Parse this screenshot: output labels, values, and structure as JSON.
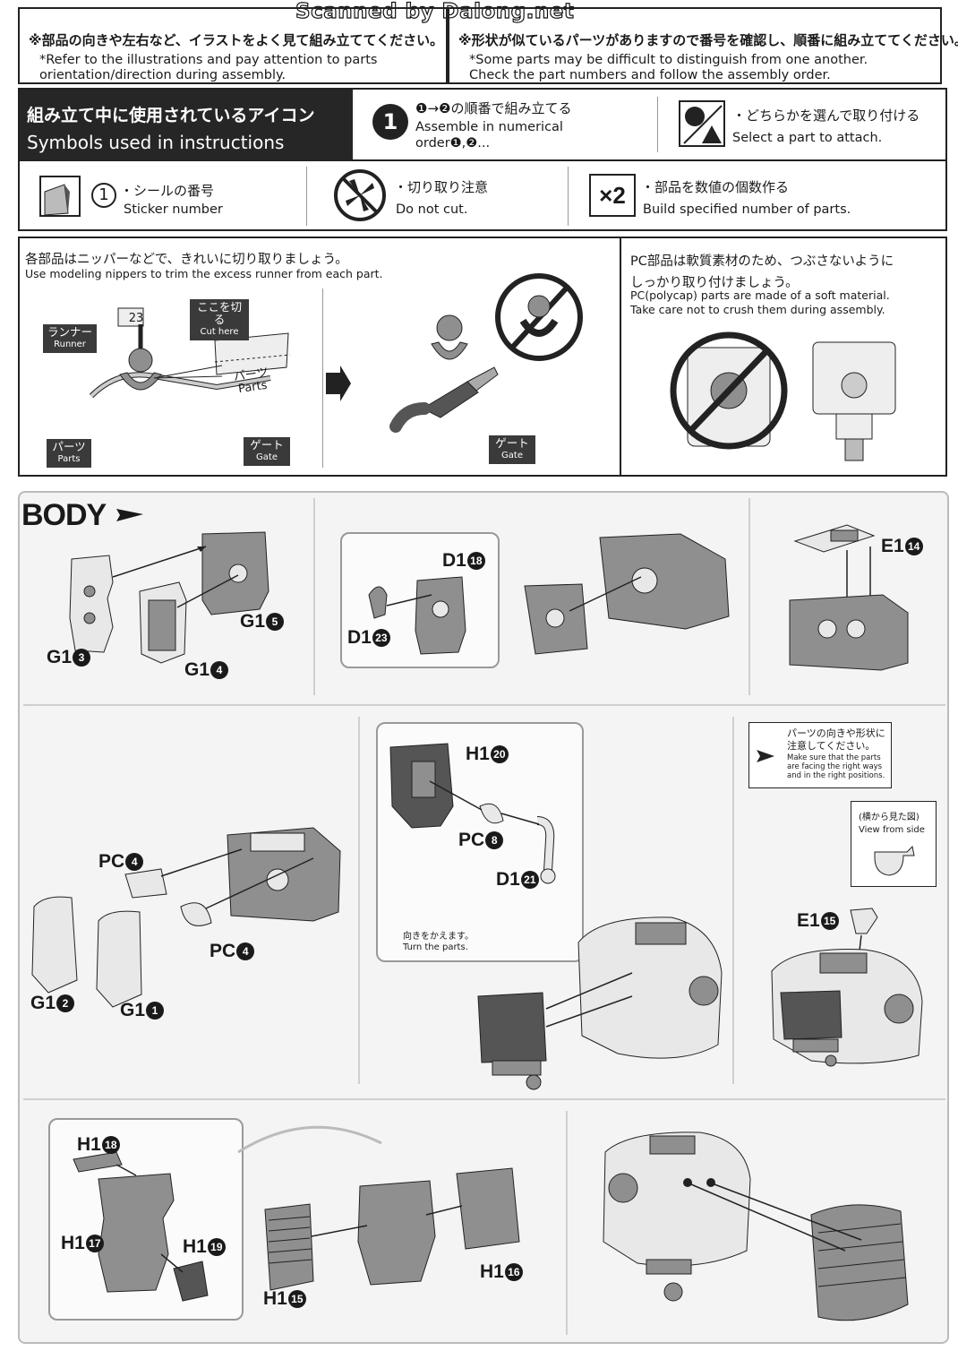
{
  "watermark": "Scanned by Dalong.net",
  "top_notes": {
    "left_jp": "※部品の向きや左右など、イラストをよく見て組み立ててください。",
    "left_en_1": "*Refer to the illustrations and pay attention to parts",
    "left_en_2": "orientation/direction during assembly.",
    "right_jp": "※形状が似ているパーツがありますので番号を確認し、順番に組み立ててください。",
    "right_en_1": "*Some parts may be difficult to distinguish from one another.",
    "right_en_2": "Check the part numbers and follow the assembly order."
  },
  "legend": {
    "title_jp": "組み立て中に使用されているアイコン",
    "title_en": "Symbols used in instructions",
    "order_icon": "1",
    "order_jp": "❶→❷の順番で組み立てる",
    "order_en_1": "Assemble in numerical",
    "order_en_2": "order❶,❷...",
    "select_jp": "・どちらかを選んで取り付ける",
    "select_en": "Select a part to attach.",
    "sticker_num": "1",
    "sticker_jp": "・シールの番号",
    "sticker_en": "Sticker number",
    "nocut_jp": "・切り取り注意",
    "nocut_en": "Do not cut.",
    "multi_icon": "×2",
    "multi_jp": "・部品を数値の個数作る",
    "multi_en": "Build specified number of parts."
  },
  "cutting_note": {
    "jp": "各部品はニッパーなどで、きれいに切り取りましょう。",
    "en": "Use modeling nippers to trim the excess runner from each part.",
    "runner_jp": "ランナー",
    "runner_en": "Runner",
    "runner_number": "23",
    "cut_here_jp": "ここを切る",
    "cut_here_en": "Cut here",
    "parts_jp": "パーツ",
    "parts_en": "Parts",
    "gate_jp": "ゲート",
    "gate_en": "Gate"
  },
  "polycap_note": {
    "jp_1": "PC部品は軟質素材のため、つぶさないように",
    "jp_2": "しっかり取り付けましょう。",
    "en_1": "PC(polycap) parts are made of a soft material.",
    "en_2": "Take care not to crush them during assembly."
  },
  "body": {
    "title": "BODY",
    "labels": {
      "g1_3": "G1",
      "g1_3n": "3",
      "g1_4": "G1",
      "g1_4n": "4",
      "g1_5": "G1",
      "g1_5n": "5",
      "d1_18": "D1",
      "d1_18n": "18",
      "d1_23": "D1",
      "d1_23n": "23",
      "e1_14": "E1",
      "e1_14n": "14",
      "pc4a": "PC",
      "pc4an": "4",
      "pc4b": "PC",
      "pc4bn": "4",
      "g1_2": "G1",
      "g1_2n": "2",
      "g1_1": "G1",
      "g1_1n": "1",
      "h1_20": "H1",
      "h1_20n": "20",
      "pc8": "PC",
      "pc8n": "8",
      "d1_21": "D1",
      "d1_21n": "21",
      "e1_15": "E1",
      "e1_15n": "15",
      "h1_18": "H1",
      "h1_18n": "18",
      "h1_17": "H1",
      "h1_17n": "17",
      "h1_19": "H1",
      "h1_19n": "19",
      "h1_15": "H1",
      "h1_15n": "15",
      "h1_16": "H1",
      "h1_16n": "16"
    },
    "turn_jp": "向きをかえます。",
    "turn_en": "Turn the parts.",
    "caution_jp_1": "パーツの向きや形状に",
    "caution_jp_2": "注意してください。",
    "caution_en_1": "Make sure that the parts",
    "caution_en_2": "are facing the right ways",
    "caution_en_3": "and in the right positions.",
    "side_jp": "(横から見た図)",
    "side_en": "View from side"
  },
  "colors": {
    "ink": "#1a1a1a",
    "part_gray": "#8f8f8f",
    "part_light": "#e8e8e8",
    "panel": "#f4f4f4"
  }
}
